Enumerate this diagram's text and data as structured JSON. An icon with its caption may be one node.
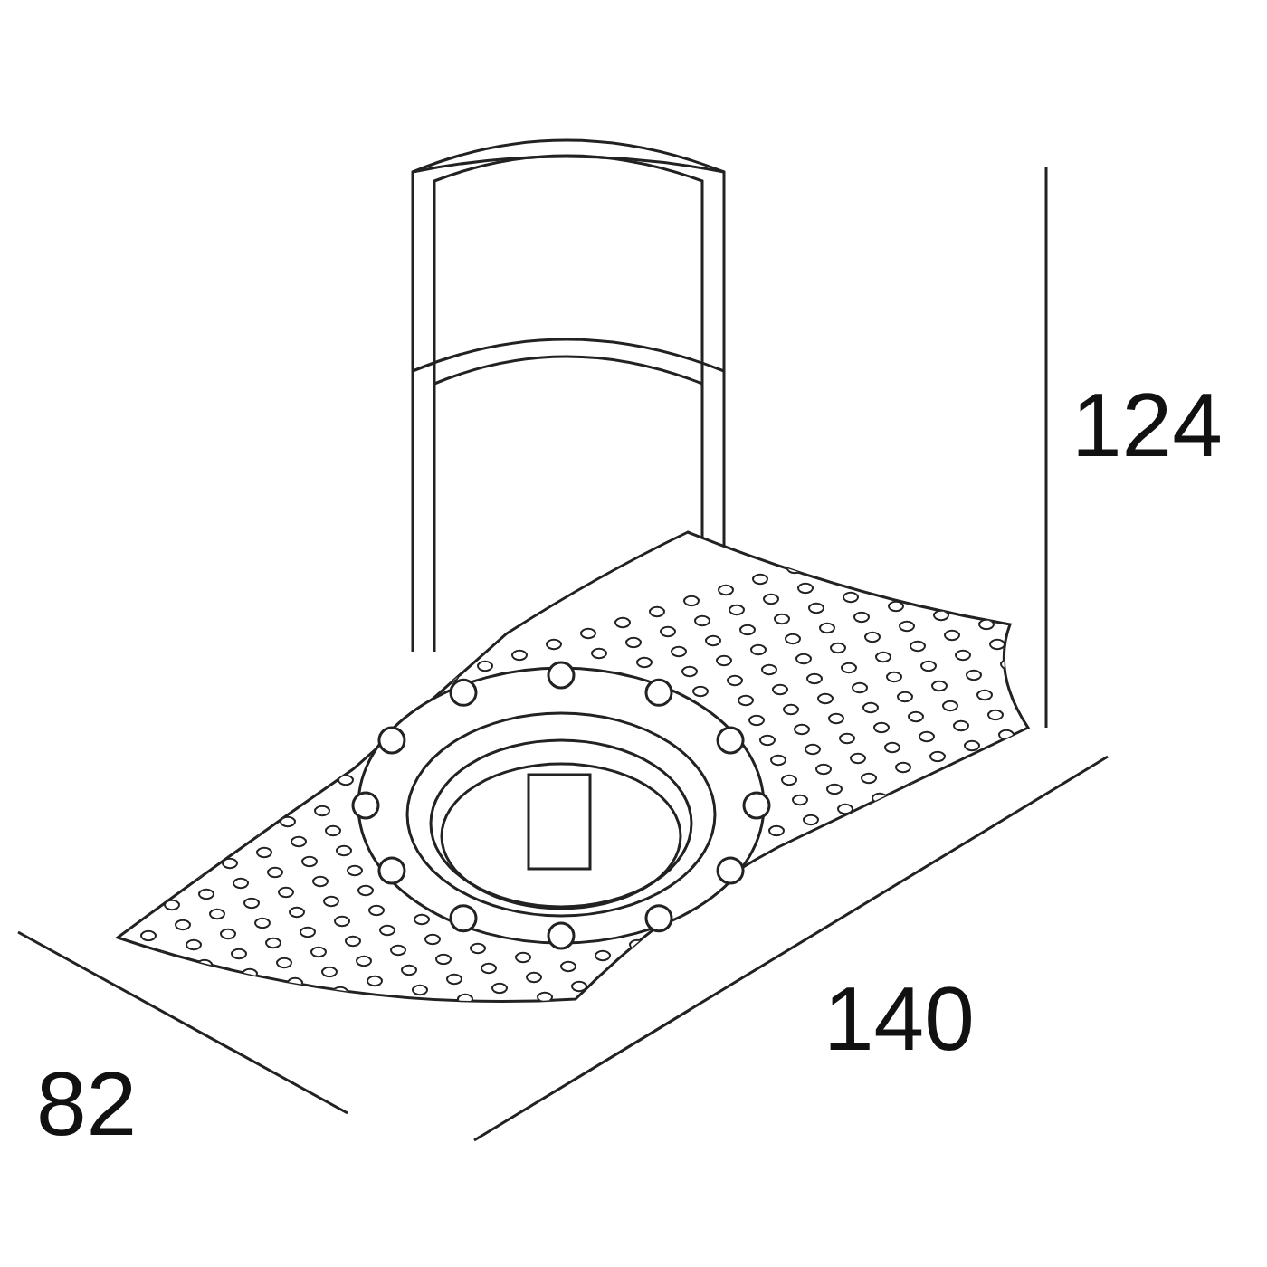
{
  "diagram": {
    "labels": [
      "124",
      "140",
      "82"
    ]
  }
}
